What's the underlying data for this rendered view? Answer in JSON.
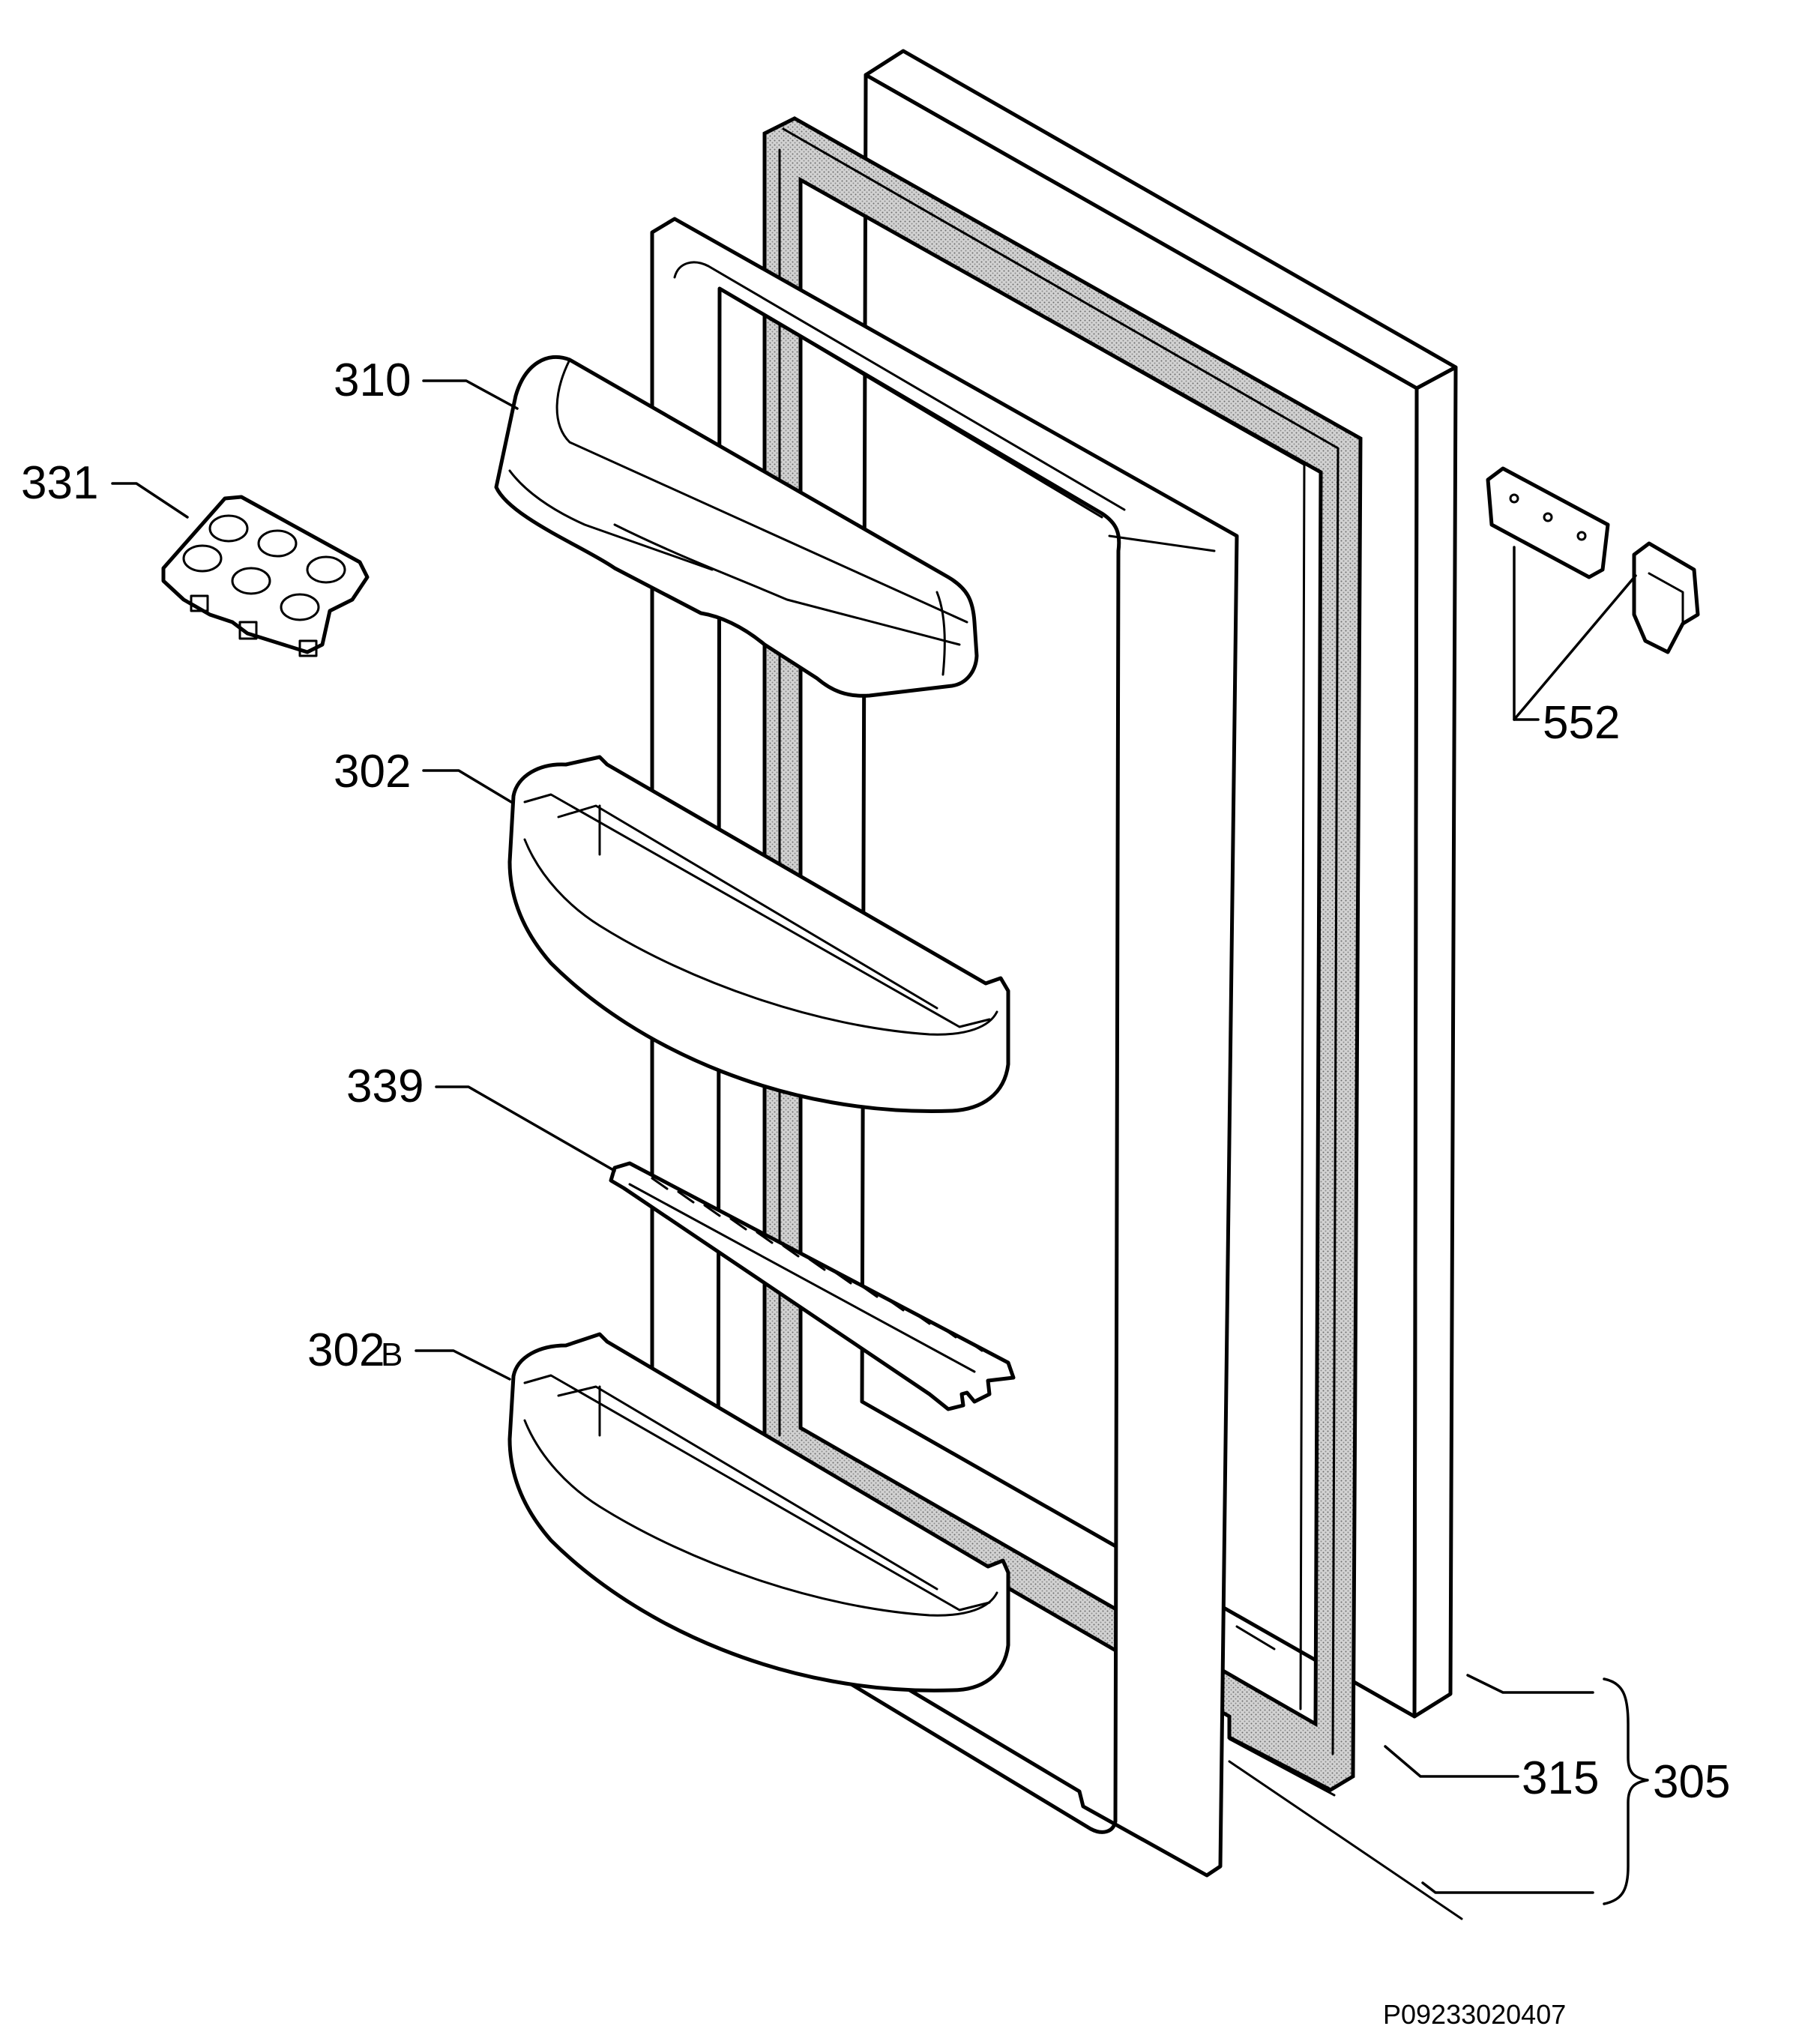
{
  "callouts": {
    "p331": "331",
    "p310": "310",
    "p302": "302",
    "p339": "339",
    "p302b_main": "302",
    "p302b_suffix": "B",
    "p552": "552",
    "p315": "315",
    "p305": "305"
  },
  "drawing_code": "P09233020407"
}
